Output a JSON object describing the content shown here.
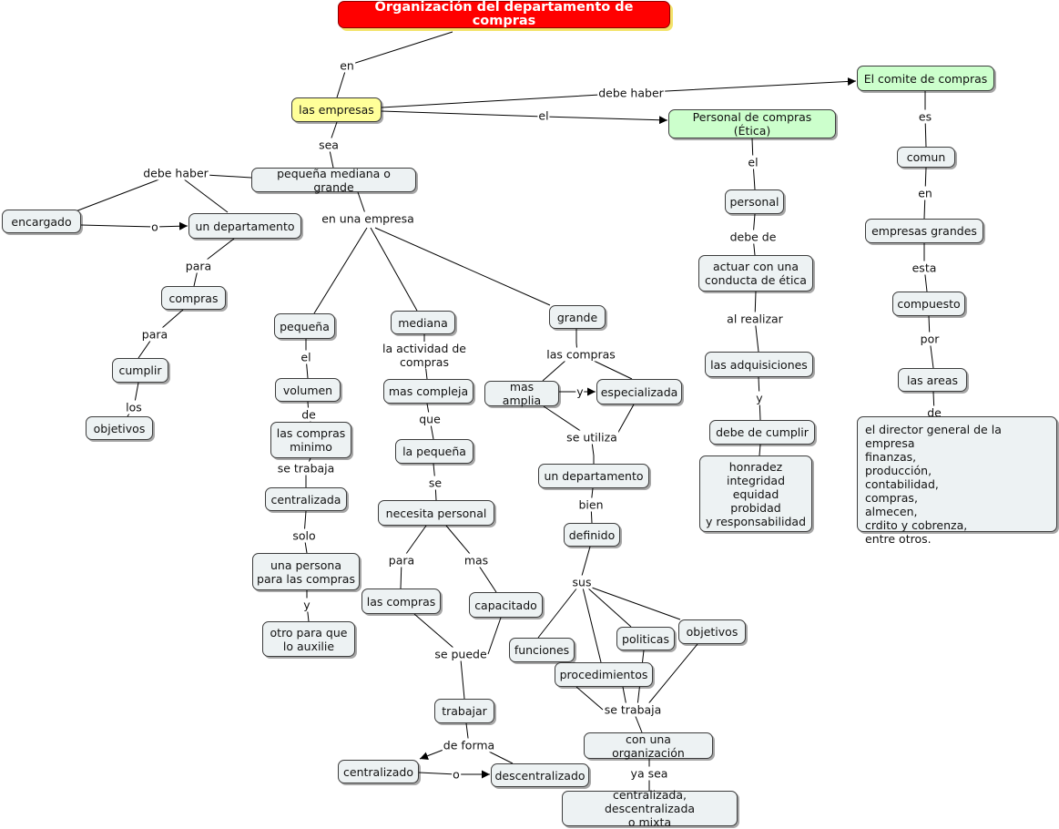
{
  "title": "Organización del departamento de compras",
  "concepts": {
    "empresas": "las empresas",
    "comite": "El comite de compras",
    "personal_compras": "Personal de compras (Ética)",
    "pmg": "pequeña mediana o grande",
    "encargado": "encargado",
    "un_departamento": "un departamento",
    "compras": "compras",
    "cumplir": "cumplir",
    "objetivos_left": "objetivos",
    "pequena": "pequeña",
    "mediana": "mediana",
    "grande": "grande",
    "volumen": "volumen",
    "compras_minimo": "las compras\nminimo",
    "centralizada": "centralizada",
    "una_persona": "una persona\npara las compras",
    "otro_para": "otro para que\nlo auxilie",
    "mas_compleja": "mas compleja",
    "la_pequena": "la pequeña",
    "necesita_personal": "necesita personal",
    "las_compras_box": "las compras",
    "capacitado": "capacitado",
    "trabajar": "trabajar",
    "centralizado": "centralizado",
    "descentralizado": "descentralizado",
    "mas_amplia": "mas amplia",
    "especializada": "especializada",
    "un_departamento2": "un departamento",
    "definido": "definido",
    "funciones": "funciones",
    "procedimientos": "procedimientos",
    "politicas": "politicas",
    "objetivos_right": "objetivos",
    "con_organizacion": "con una organización",
    "central_mixta": "centralizada, descentralizada\no mixta",
    "personal": "personal",
    "actuar": "actuar con una\nconducta de ética",
    "adquisiciones": "las adquisiciones",
    "debe_cumplir": "debe de cumplir",
    "valores": "honradez\nintegridad\nequidad\nprobidad\ny responsabilidad",
    "comun": "comun",
    "empresas_grandes": "empresas grandes",
    "compuesto": "compuesto",
    "las_areas": "las areas",
    "areas_list": "el director general de la empresa\nfinanzas,\nproducción,\ncontabilidad,\ncompras,\nalmecen,\ncrdito y cobrenza,\nentre otros."
  },
  "links": {
    "en": "en",
    "debe_haber_top": "debe haber",
    "el_top": "el",
    "sea": "sea",
    "debe_haber_left": "debe haber",
    "o_left": "o",
    "para1": "para",
    "para2": "para",
    "los": "los",
    "en_una_empresa": "en una empresa",
    "el_vol": "el",
    "de_vol": "de",
    "se_trabaja_left": "se trabaja",
    "solo": "solo",
    "y_persona": "y",
    "actividad": "la actividad de\ncompras",
    "que": "que",
    "se": "se",
    "para3": "para",
    "mas": "mas",
    "se_puede": "se puede",
    "de_forma": "de forma",
    "o_bottom": "o",
    "las_compras_grande": "las compras",
    "y_mid": "y",
    "se_utiliza": "se utiliza",
    "bien": "bien",
    "sus": "sus",
    "se_trabaja_right": "se trabaja",
    "ya_sea": "ya sea",
    "el_personal": "el",
    "debe_de": "debe de",
    "al_realizar": "al realizar",
    "y_adq": "y",
    "es": "es",
    "en_comun": "en",
    "esta": "esta",
    "por": "por",
    "de_areas": "de"
  },
  "colors": {
    "title_bg": "#ff0000",
    "root_bg": "#ffff99",
    "green_bg": "#ccffcc",
    "node_bg": "#edf2f3",
    "line": "#000000"
  }
}
